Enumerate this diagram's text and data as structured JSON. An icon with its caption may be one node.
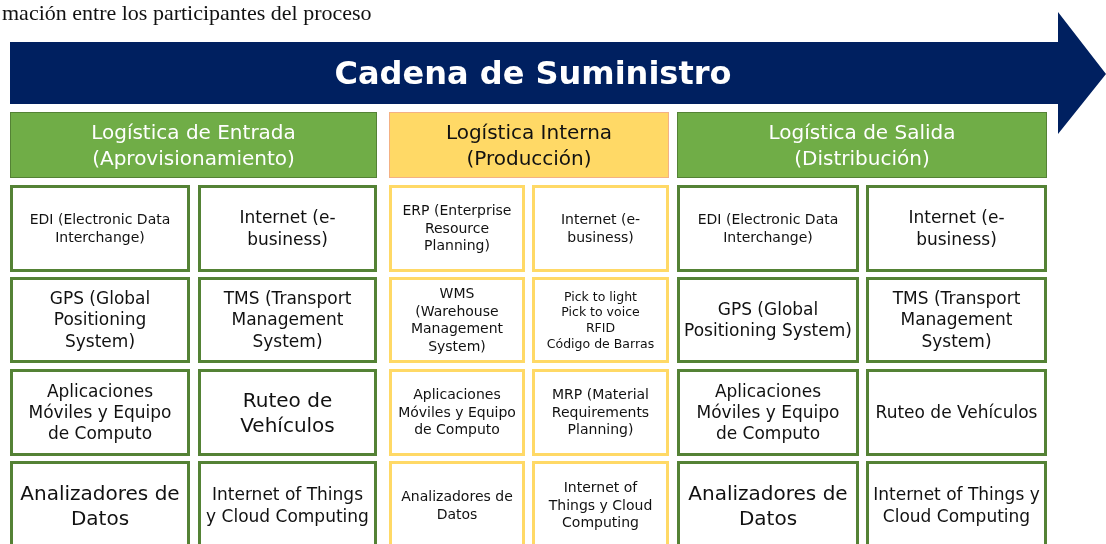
{
  "diagram": {
    "nodes": [
      {
        "text": [
          "Cadena de Suministro"
        ]
      },
      {
        "text": [
          "Logística de Entrada (Aprovisionamiento)"
        ]
      },
      {
        "text": [
          "Logística Interna (Producción)"
        ]
      },
      {
        "text": [
          "Logística de Salida (Distribución)"
        ]
      },
      {
        "text": [
          "EDI (Electronic Data Interchange)"
        ]
      },
      {
        "text": [
          "Internet (e-business)"
        ]
      },
      {
        "text": [
          "ERP (Enterprise Resource Planning)"
        ]
      },
      {
        "text": [
          "Internet (e-business)"
        ]
      },
      {
        "text": [
          "EDI (Electronic Data Interchange)"
        ]
      },
      {
        "text": [
          "Internet (e-business)"
        ]
      },
      {
        "text": [
          "GPS (Global Positioning System)"
        ]
      },
      {
        "text": [
          "TMS (Transport Management System)"
        ]
      },
      {
        "text": [
          "WMS (Warehouse Management System)"
        ]
      },
      {
        "text": [
          "Pick to light",
          "Pick to voice",
          "RFID",
          "Código de Barras"
        ]
      },
      {
        "text": [
          "GPS (Global Positioning System)"
        ]
      },
      {
        "text": [
          "TMS (Transport Management System)"
        ]
      },
      {
        "text": [
          "Aplicaciones Móviles y Equipo de Computo"
        ]
      },
      {
        "text": [
          "Ruteo de Vehículos"
        ]
      },
      {
        "text": [
          "Aplicaciones Móviles y Equipo de Computo"
        ]
      },
      {
        "text": [
          "MRP (Material Requirements Planning)"
        ]
      },
      {
        "text": [
          "Aplicaciones Móviles y Equipo de Computo"
        ]
      },
      {
        "text": [
          "Ruteo de Vehículos"
        ]
      },
      {
        "text": [
          "Analizadores de Datos"
        ]
      },
      {
        "text": [
          "Internet of Things y Cloud Computing"
        ]
      },
      {
        "text": [
          "Analizadores de Datos"
        ]
      },
      {
        "text": [
          "Internet of Things y Cloud Computing"
        ]
      },
      {
        "text": [
          "Analizadores de Datos"
        ]
      },
      {
        "text": [
          "Internet of Things y Cloud Computing"
        ]
      }
    ],
    "labels": [
      "mación entre los participantes del proceso"
    ]
  }
}
